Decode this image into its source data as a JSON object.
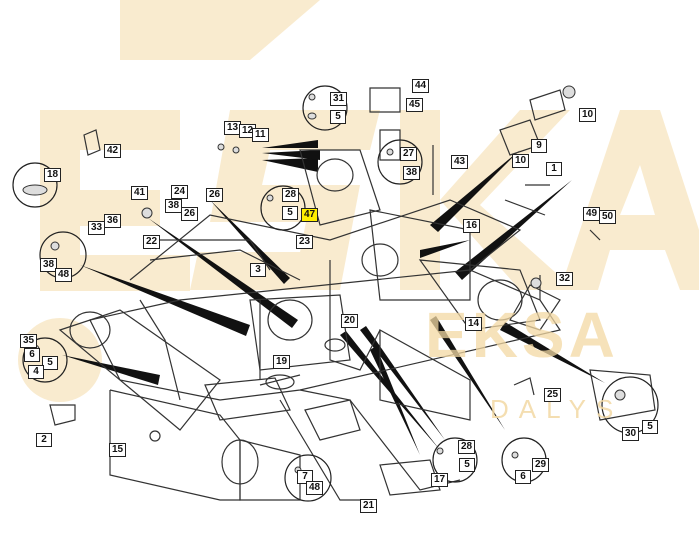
{
  "diagram": {
    "highlight_color": "#ffee00",
    "watermark_color": "#f3d9a4",
    "watermark": {
      "brand_small": "EKSA",
      "subtitle": "DALYS"
    },
    "labels": {
      "l44": "44",
      "l45": "45",
      "l31": "31",
      "l5a": "5",
      "l10a": "10",
      "l13": "13",
      "l12": "12",
      "l11": "11",
      "l9": "9",
      "l10b": "10",
      "l42": "42",
      "l27": "27",
      "l38a": "38",
      "l43": "43",
      "l1": "1",
      "l18": "18",
      "l41": "41",
      "l24": "24",
      "l38b": "38",
      "l26a": "26",
      "l26b": "26",
      "l28a": "28",
      "l5b": "5",
      "l47": "47",
      "l16": "16",
      "l49": "49",
      "l50": "50",
      "l33": "33",
      "l36": "36",
      "l22": "22",
      "l23": "23",
      "l38c": "38",
      "l48a": "48",
      "l3": "3",
      "l32": "32",
      "l14": "14",
      "l20": "20",
      "l35": "35",
      "l6a": "6",
      "l5c": "5",
      "l4": "4",
      "l19": "19",
      "l25": "25",
      "l2": "2",
      "l15": "15",
      "l30": "30",
      "l5d": "5",
      "l28b": "28",
      "l5e": "5",
      "l29": "29",
      "l6b": "6",
      "l7": "7",
      "l48b": "48",
      "l17": "17",
      "l21": "21"
    }
  }
}
